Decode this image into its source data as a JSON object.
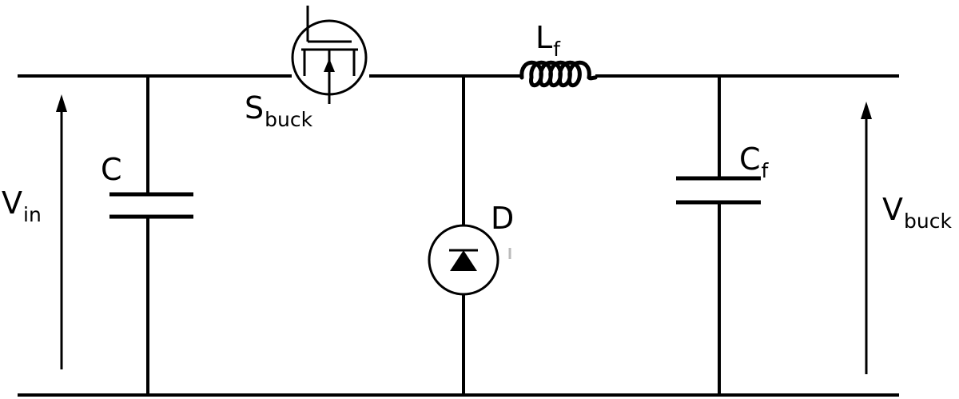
{
  "labels": {
    "vin": {
      "main": "V",
      "sub": "in"
    },
    "c": {
      "main": "C",
      "sub": ""
    },
    "sbuck": {
      "main": "S",
      "sub": "buck"
    },
    "lf": {
      "main": "L",
      "sub": "f"
    },
    "d": {
      "main": "D",
      "sub": ""
    },
    "cf": {
      "main": "C",
      "sub": "f"
    },
    "vbuck": {
      "main": "V",
      "sub": "buck"
    }
  }
}
